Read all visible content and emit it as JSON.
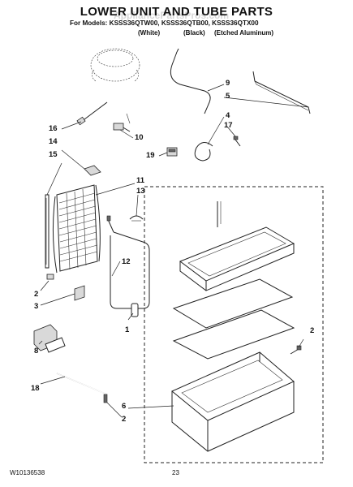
{
  "header": {
    "title": "LOWER UNIT AND TUBE PARTS",
    "models_line": "For Models: KSSS36QTW00, KSSS36QTB00, KSSS36QTX00",
    "finishes": [
      "(White)",
      "(Black)",
      "(Etched Aluminum)"
    ]
  },
  "watermark": "AppliancePartsPros.com",
  "footer": {
    "doc_number": "W10136538",
    "page_number": "23"
  },
  "callouts": [
    "9",
    "5",
    "4",
    "17",
    "16",
    "10",
    "14",
    "19",
    "15",
    "11",
    "13",
    "12",
    "2",
    "3",
    "1",
    "8",
    "18",
    "6",
    "2",
    "2"
  ]
}
